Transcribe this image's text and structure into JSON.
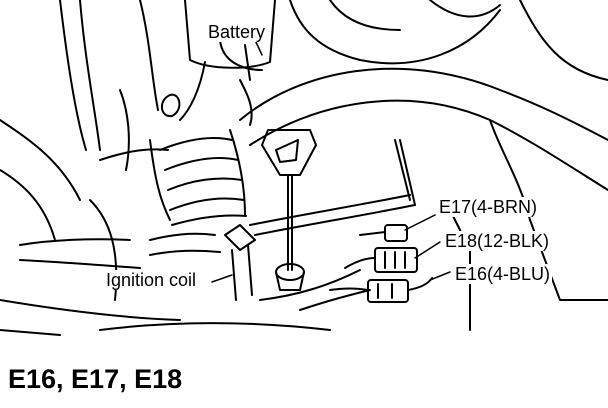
{
  "labels": {
    "battery": "Battery",
    "e17": "E17(4-BRN)",
    "e18": "E18(12-BLK)",
    "e16": "E16(4-BLU)",
    "ignition_coil": "Ignition coil"
  },
  "caption": "E16, E17, E18",
  "colors": {
    "ink": "#000000",
    "paper": "#ffffff"
  }
}
